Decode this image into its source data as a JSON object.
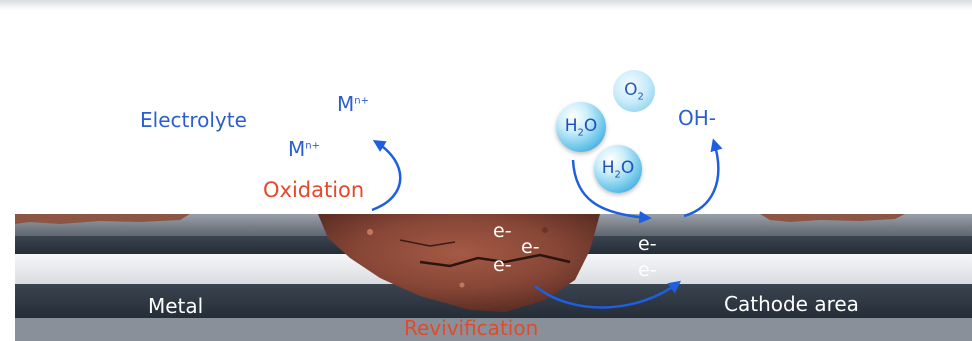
{
  "labels": {
    "electrolyte": "Electrolyte",
    "ion_top": "M",
    "ion_top_sup": "n+",
    "ion_bottom": "M",
    "ion_bottom_sup": "n+",
    "oxidation": "Oxidation",
    "o2": "O",
    "o2_sub": "2",
    "oh": "OH-",
    "h2o_top": "H",
    "h2o_top_sub": "2",
    "h2o_top_o": "O",
    "h2o_bottom": "H",
    "h2o_bottom_sub": "2",
    "h2o_bottom_o": "O",
    "e1": "e-",
    "e2": "e-",
    "e3": "e-",
    "e4": "e-",
    "e5": "e-",
    "metal": "Metal",
    "cathode": "Cathode area",
    "revivification": "Revivification"
  },
  "colors": {
    "label_blue": "#2a5fcf",
    "arrow_blue": "#1e5fe0",
    "label_red": "#e24a2a",
    "metal_dark": "#2b3440",
    "metal_light": "#e8eaee",
    "rust": "#8c4a3a"
  }
}
